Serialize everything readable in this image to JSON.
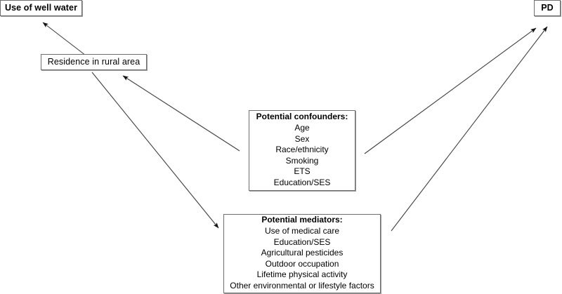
{
  "figure": {
    "type": "directed-acyclic-graph",
    "background_color": "#ffffff",
    "line_color": "#3f3f3f",
    "box_border_color": "#6e6e6e",
    "text_color": "#000000"
  },
  "nodes": {
    "well_water": {
      "label": "Use of well water"
    },
    "pd": {
      "label": "PD"
    },
    "residence": {
      "label": "Residence in rural  area"
    },
    "confounders": {
      "heading": "Potential confounders:",
      "items": [
        "Age",
        "Sex",
        "Race/ethnicity",
        "Smoking",
        "ETS",
        "Education/SES"
      ]
    },
    "mediators": {
      "heading": "Potential mediators:",
      "items": [
        "Use of medical care",
        "Education/SES",
        "Agricultural  pesticides",
        "Outdoor  occupation",
        "Lifetime physical  activity",
        "Other  environmental  or lifestyle  factors"
      ]
    }
  },
  "edges": [
    {
      "from": "residence",
      "to": "well_water",
      "arrowhead": "at-target"
    },
    {
      "from": "confounders",
      "to": "residence",
      "arrowhead": "at-target"
    },
    {
      "from": "residence",
      "to": "mediators",
      "arrowhead": "at-target"
    },
    {
      "from": "confounders",
      "to": "pd",
      "arrowhead": "at-target"
    },
    {
      "from": "mediators",
      "to": "pd",
      "arrowhead": "at-target"
    }
  ]
}
